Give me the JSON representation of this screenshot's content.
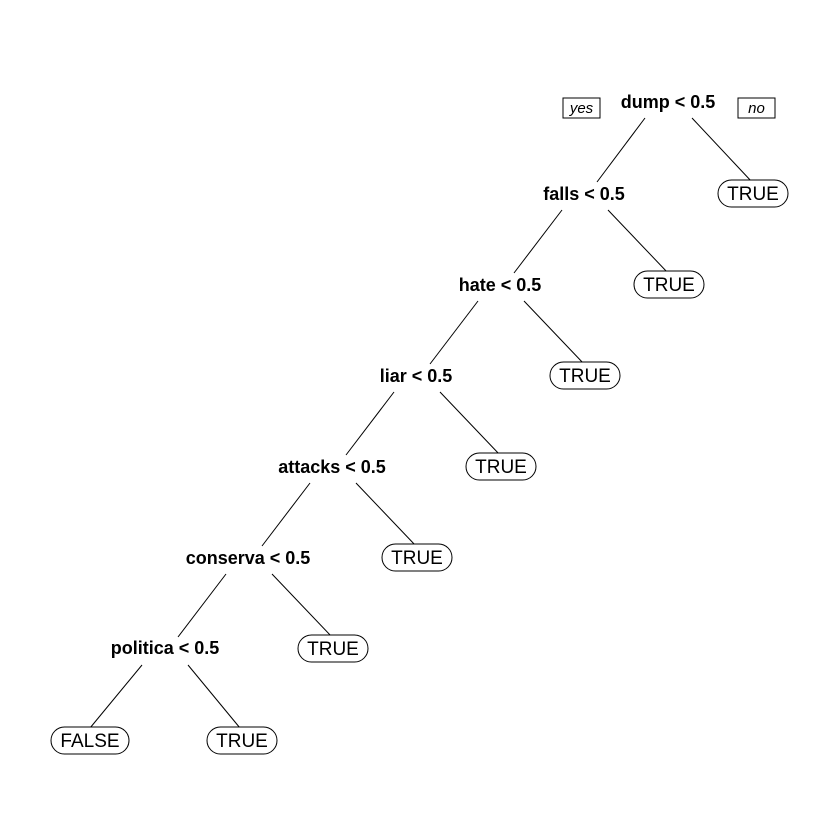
{
  "tree": {
    "branch_labels": {
      "left": "yes",
      "right": "no"
    },
    "splits": [
      {
        "label": "dump < 0.5"
      },
      {
        "label": "falls < 0.5"
      },
      {
        "label": "hate < 0.5"
      },
      {
        "label": "liar < 0.5"
      },
      {
        "label": "attacks < 0.5"
      },
      {
        "label": "conserva < 0.5"
      },
      {
        "label": "politica < 0.5"
      }
    ],
    "leaves": [
      {
        "label": "TRUE"
      },
      {
        "label": "TRUE"
      },
      {
        "label": "TRUE"
      },
      {
        "label": "TRUE"
      },
      {
        "label": "TRUE"
      },
      {
        "label": "TRUE"
      },
      {
        "label": "FALSE"
      },
      {
        "label": "TRUE"
      }
    ]
  }
}
